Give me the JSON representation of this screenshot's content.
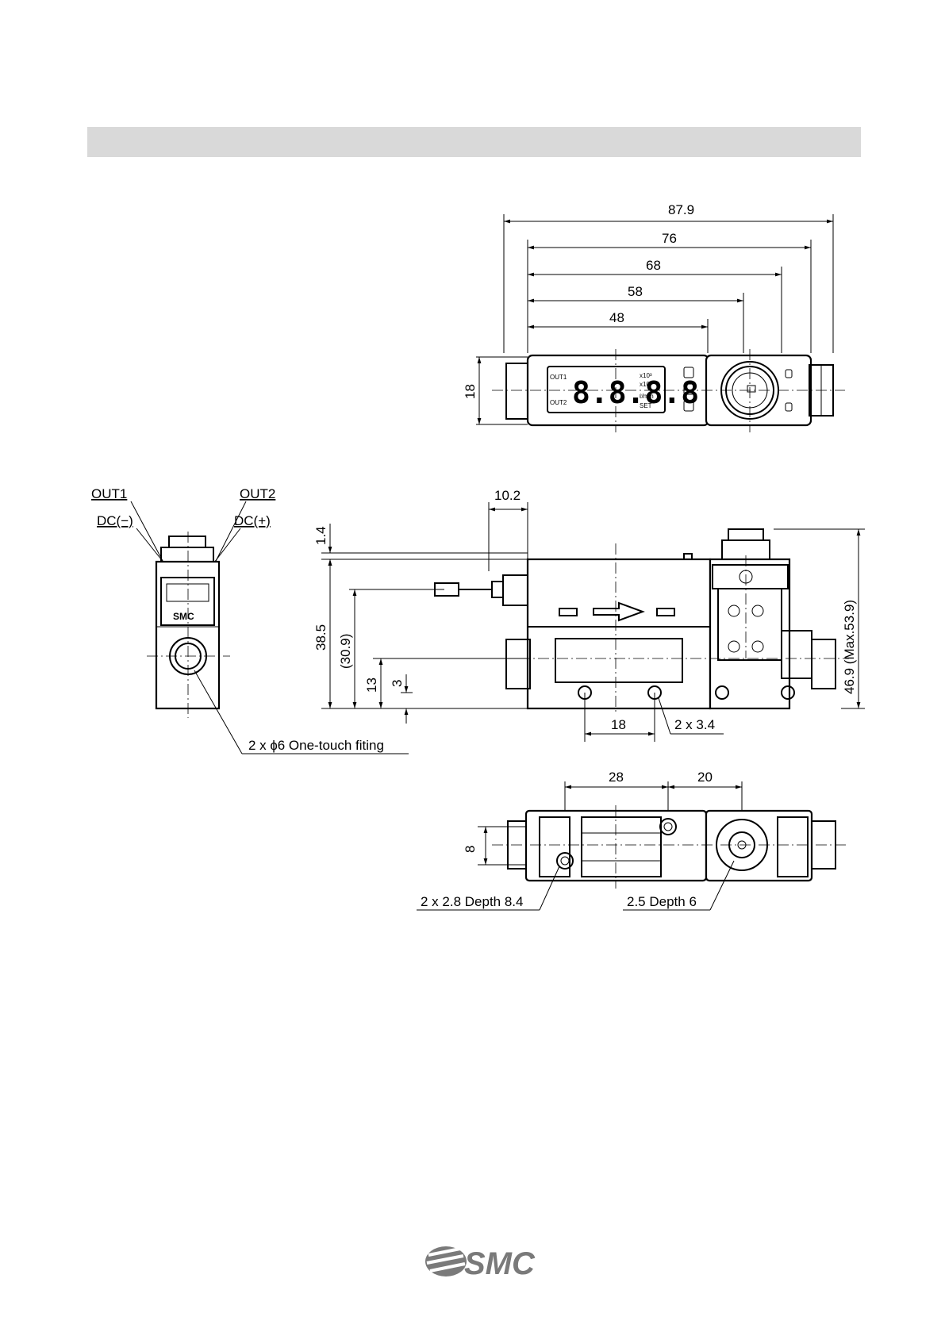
{
  "top_view": {
    "dimensions": [
      "87.9",
      "76",
      "68",
      "58",
      "48",
      "18"
    ],
    "display_digits": "8.8.8.8",
    "display_labels": [
      "OUT1",
      "OUT2",
      "x10³",
      "x10",
      "ℓ/min",
      "SET"
    ]
  },
  "side_view": {
    "dimensions": [
      "10.2",
      "1.4",
      "38.5",
      "(30.9)",
      "13",
      "3",
      "18",
      "2 x 3.4",
      "46.9 (Max.53.9)"
    ]
  },
  "end_view": {
    "labels": [
      "OUT1",
      "OUT2",
      "DC(−)",
      "DC(+)",
      "2 x ɸ6 One-touch fiting"
    ]
  },
  "bottom_view": {
    "dimensions": [
      "28",
      "20",
      "8"
    ],
    "labels": [
      "2 x 2.8 Depth 8.4",
      "2.5 Depth 6"
    ]
  },
  "footer": {
    "logo_text": "SMC"
  }
}
